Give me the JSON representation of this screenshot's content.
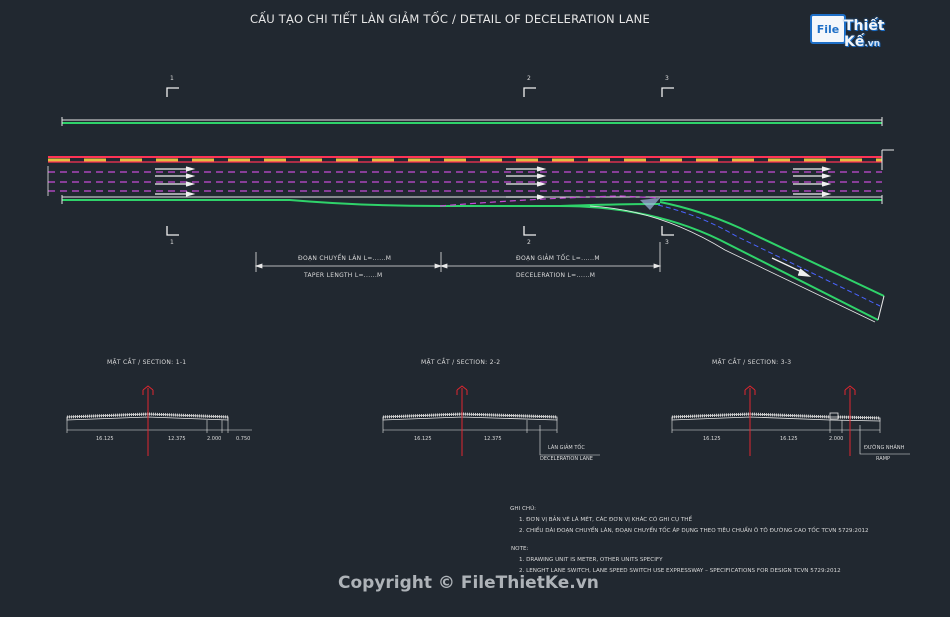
{
  "title": "CẤU TẠO CHI TIẾT LÀN GIẢM TỐC / DETAIL OF DECELERATION LANE",
  "logo": {
    "box": "File",
    "text": "Thiết Kế",
    "suffix": ".vn"
  },
  "section_markers": {
    "s1": "1",
    "s2": "2",
    "s3": "3"
  },
  "dimensions": {
    "taper_vn": "ĐOẠN CHUYỂN LÀN L=......M",
    "taper_en": "TAPER LENGTH  L=......M",
    "decel_vn": "ĐOẠN GIẢM TỐC L=......M",
    "decel_en": "DECELERATION  L=......M"
  },
  "sections": {
    "s1": {
      "title": "MẶT CẮT / SECTION: 1-1",
      "dims": [
        "16.125",
        "12.375",
        "2.000",
        "0.750"
      ]
    },
    "s2": {
      "title": "MẶT CẮT / SECTION: 2-2",
      "dims": [
        "16.125",
        "12.375"
      ],
      "label_vn": "LÀN GIẢM TỐC",
      "label_en": "DECELERATION LANE"
    },
    "s3": {
      "title": "MẶT CẮT / SECTION: 3-3",
      "dims": [
        "16.125",
        "16.125",
        "2.000"
      ],
      "label_vn": "ĐƯỜNG NHÁNH",
      "label_en": "RAMP"
    }
  },
  "notes": {
    "vn_heading": "GHI CHÚ:",
    "vn_1": "1. ĐƠN VỊ BẢN VẼ LÀ MÉT, CÁC ĐƠN VỊ KHÁC CÓ GHI CỤ THỂ",
    "vn_2": "2. CHIỀU DÀI ĐOẠN CHUYỂN LÀN, ĐOẠN CHUYỂN TỐC ÁP DỤNG THEO TIÊU CHUẨN Ô TÔ ĐƯỜNG CAO TỐC TCVN 5729:2012",
    "en_heading": "NOTE:",
    "en_1": "1. DRAWING UNIT IS METER, OTHER UNITS SPECIFY",
    "en_2": "2. LENGHT LANE SWITCH, LANE SPEED SWITCH USE EXPRESSWAY – SPECIFICATIONS FOR DESIGN TCVN 5729:2012"
  },
  "copyright": "Copyright © FileThietKe.vn",
  "colors": {
    "background": "#212830",
    "edge_green": "#2fd36a",
    "road_edge_white": "#e8e8e8",
    "median_red": "#ff3355",
    "median_yellow": "#e0c040",
    "lane_magenta": "#c54bd6",
    "section_axis_red": "#e0262f"
  }
}
